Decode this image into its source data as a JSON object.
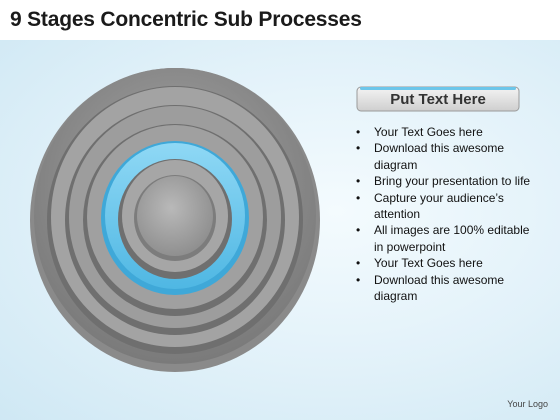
{
  "title": "9 Stages Concentric Sub Processes",
  "header_label": "Put Text Here",
  "bullets": [
    "Your Text Goes here",
    "Download this awesome diagram",
    "Bring your presentation to life",
    "Capture your audience’s attention",
    "All images are 100% editable in powerpoint",
    "Your Text Goes here",
    "Download this awesome diagram"
  ],
  "footer": "Your Logo",
  "colors": {
    "accent": "#6cc6ea",
    "ring_gray": "#8e8e8e",
    "ring_light": "#c8c8c8",
    "center_gray": "#9a9a9a"
  },
  "diagram": {
    "highlighted_ring": 5
  }
}
